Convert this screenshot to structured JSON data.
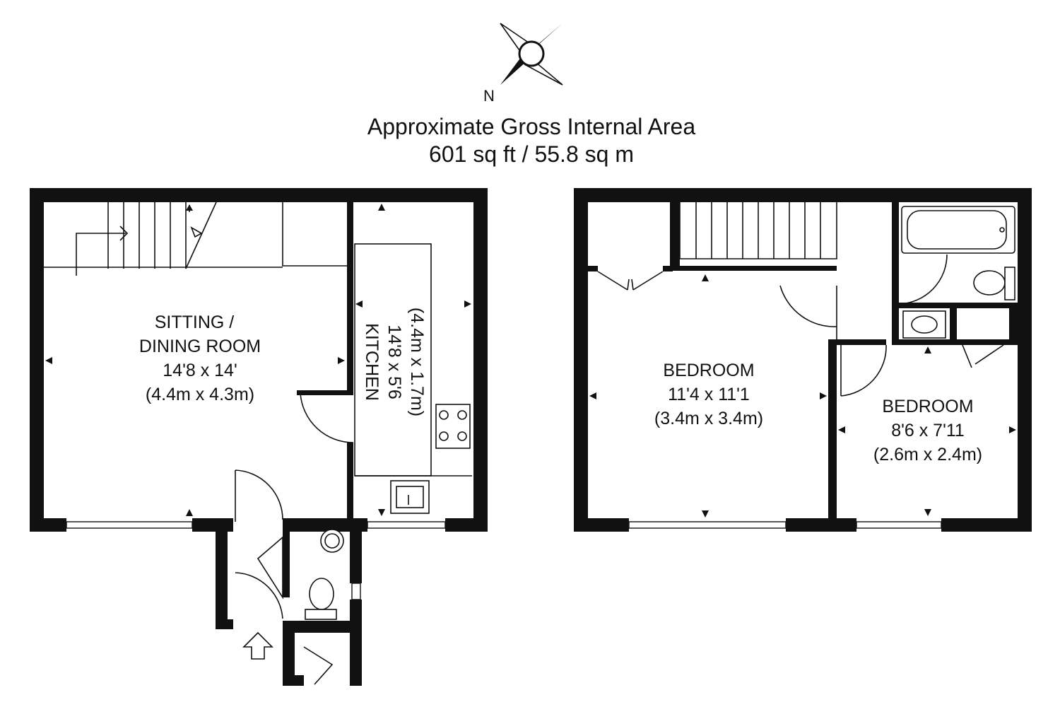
{
  "compass": {
    "north_label": "N",
    "icon": "compass-rose-icon"
  },
  "area": {
    "title": "Approximate Gross Internal Area",
    "value": "601 sq ft / 55.8 sq m"
  },
  "rooms": {
    "sitting": {
      "name_line1": "SITTING /",
      "name_line2": "DINING ROOM",
      "imperial": "14'8 x 14'",
      "metric": "(4.4m x 4.3m)"
    },
    "kitchen": {
      "name": "KITCHEN",
      "imperial": "14'8 x 5'6",
      "metric": "(4.4m x 1.7m)"
    },
    "bedroom1": {
      "name": "BEDROOM",
      "imperial": "11'4 x 11'1",
      "metric": "(3.4m x 3.4m)"
    },
    "bedroom2": {
      "name": "BEDROOM",
      "imperial": "8'6 x 7'11",
      "metric": "(2.6m x 2.4m)"
    }
  },
  "entrance": {
    "icon": "entrance-arrow-icon"
  },
  "colors": {
    "wall": "#111111",
    "background": "#ffffff"
  }
}
